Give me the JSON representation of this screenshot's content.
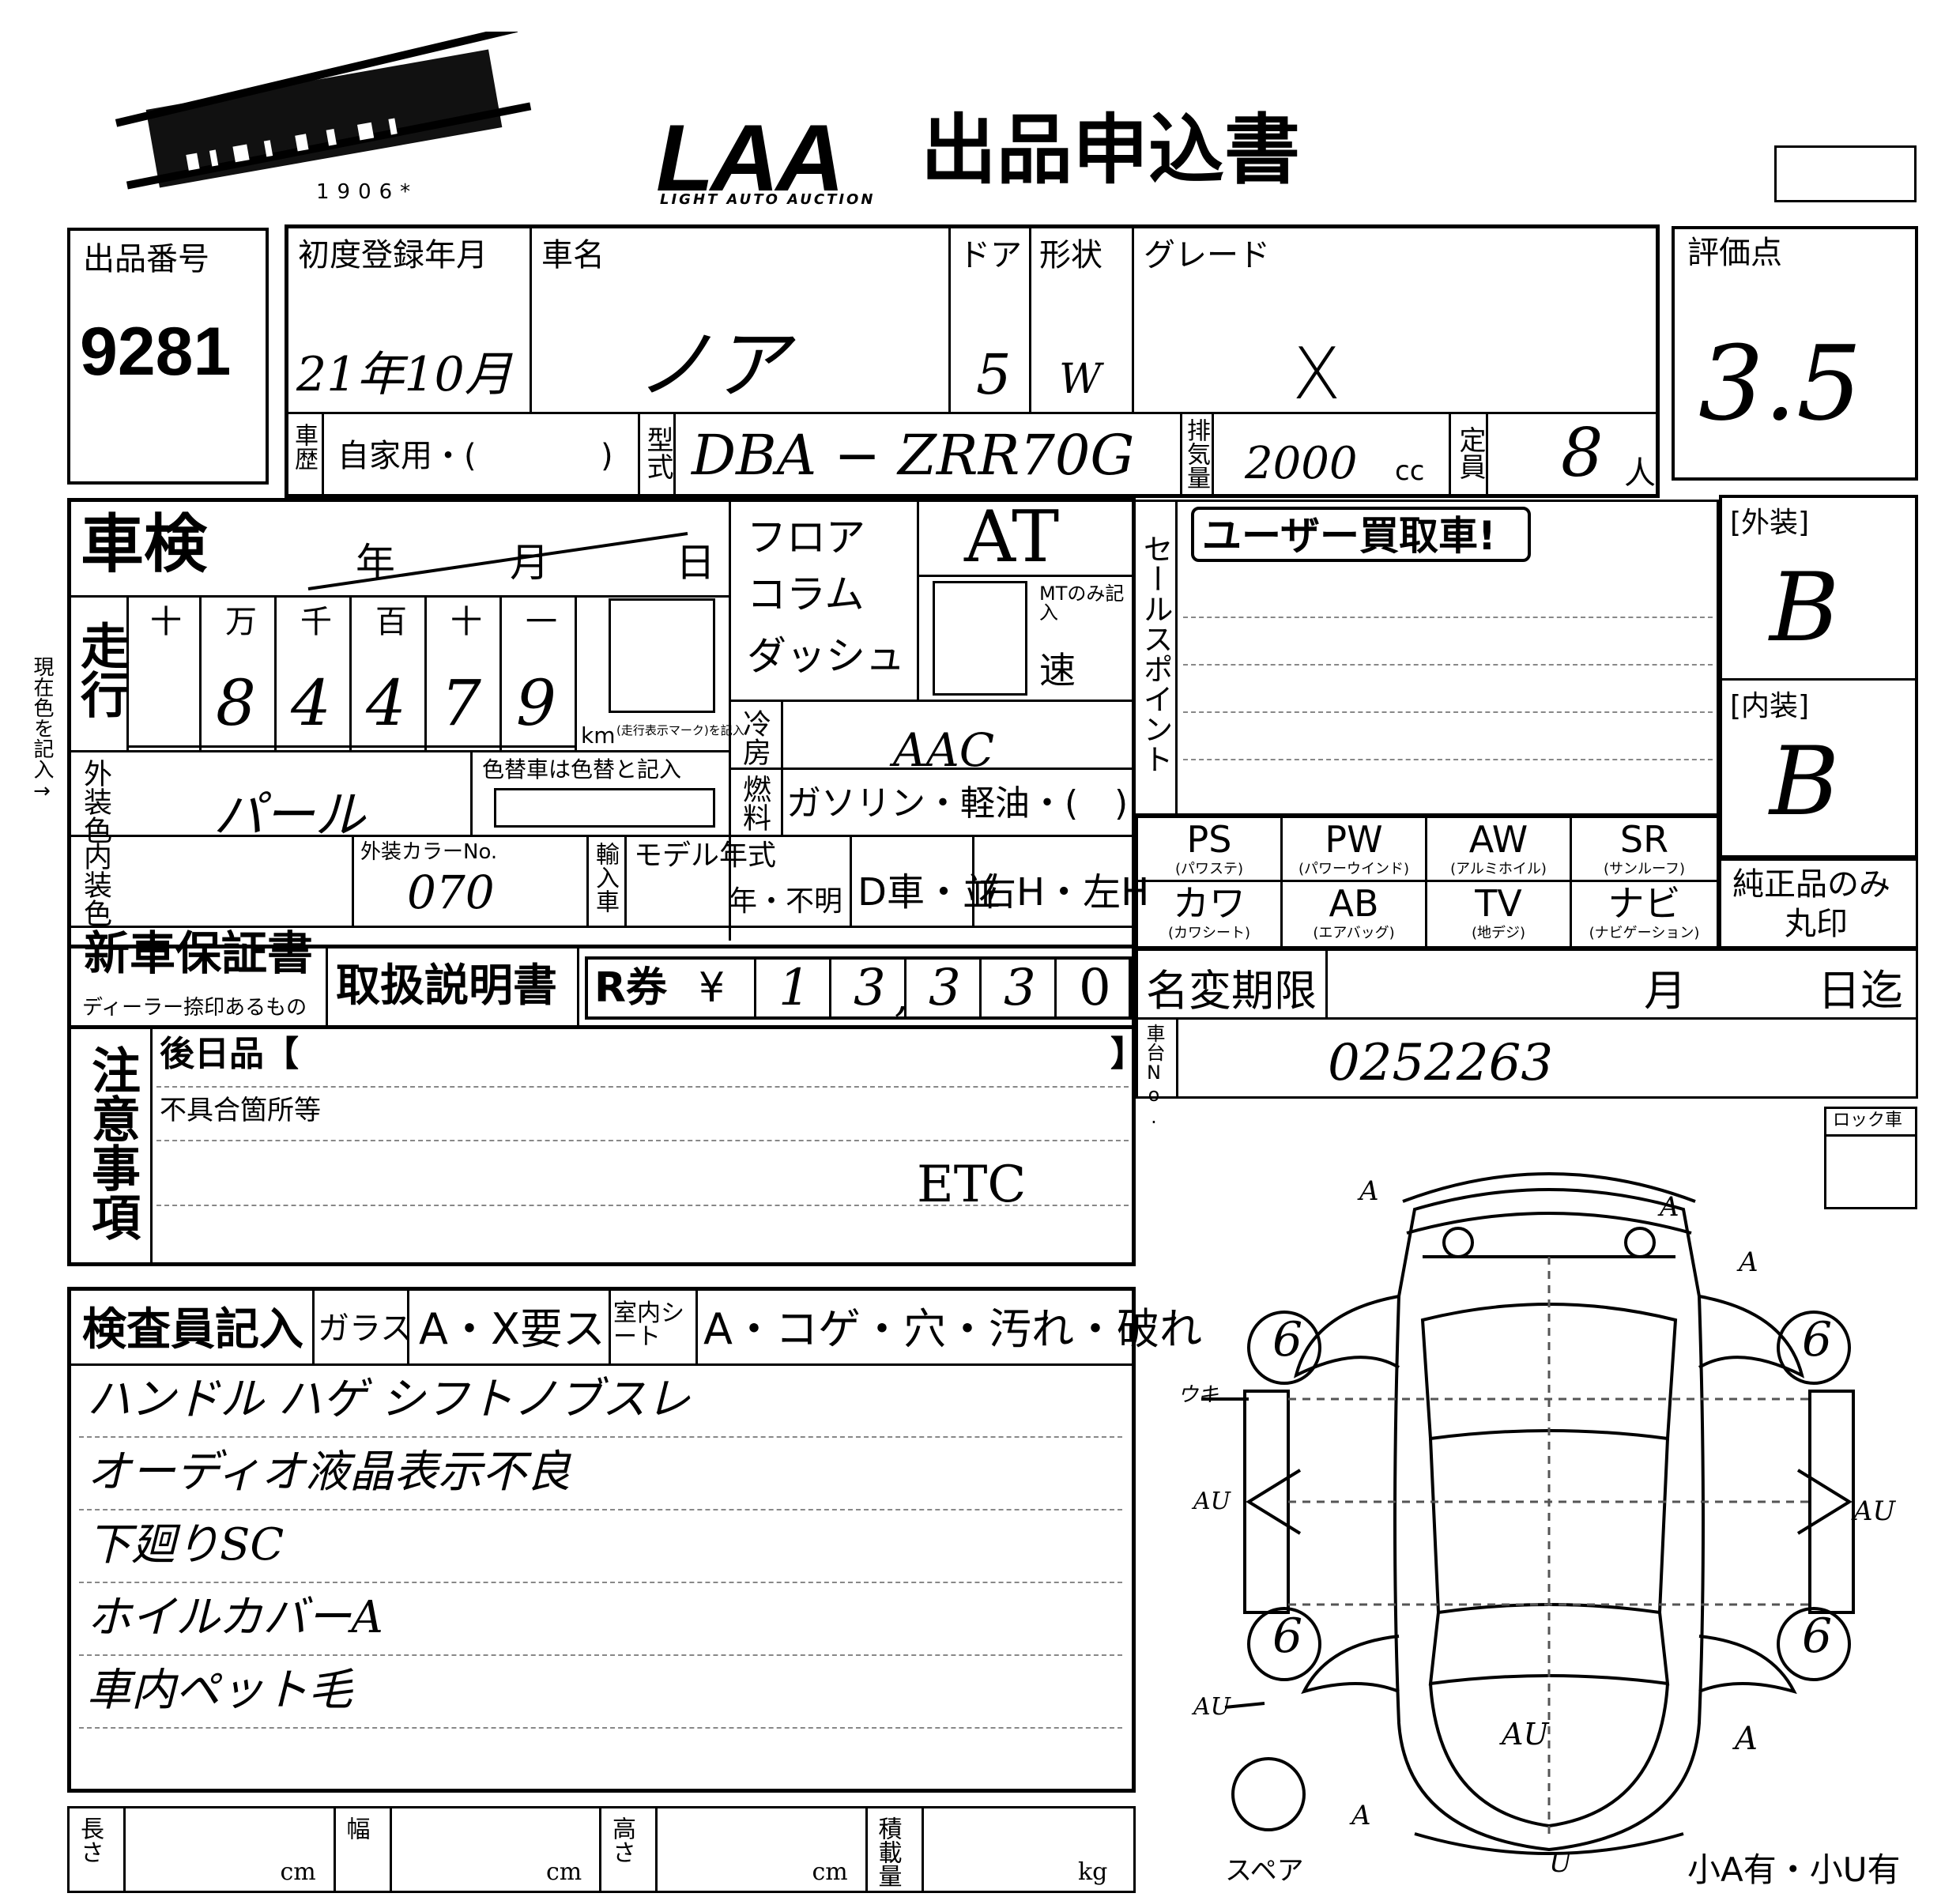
{
  "header": {
    "logo": "LAA",
    "logo_sub": "LIGHT AUTO AUCTION",
    "title": "出品申込書",
    "barcode_number": "1906*"
  },
  "summary": {
    "lot_label": "出品番号",
    "lot_number": "9281",
    "first_reg_label": "初度登録年月",
    "first_reg_value": "21年10月",
    "car_name_label": "車名",
    "car_name_value": "ノア",
    "door_label": "ドア",
    "door_value": "5",
    "shape_label": "形状",
    "shape_value": "W",
    "grade_label": "グレード",
    "grade_value": "X",
    "score_label": "評価点",
    "score_value": "3.5",
    "history_label": "車歴",
    "history_value": "自家用・(",
    "history_close": ")",
    "model_label": "型式",
    "model_value": "DBA − ZRR70G",
    "displacement_label": "排気量",
    "displacement_value": "2000",
    "displacement_unit": "cc",
    "capacity_label": "定員",
    "capacity_value": "8",
    "capacity_unit": "人"
  },
  "shaken": {
    "label": "車検",
    "year": "年",
    "month": "月",
    "day": "日"
  },
  "mileage": {
    "label": "走行",
    "digit_headers": [
      "十",
      "万",
      "千",
      "百",
      "十",
      "一"
    ],
    "digits": [
      "",
      "8",
      "4",
      "4",
      "7",
      "9"
    ],
    "unit": "km",
    "note": "(走行表示マーク)を記入"
  },
  "side_note": "現在色を記入→",
  "shift": {
    "floor": "フロア",
    "column": "コラム",
    "dash": "ダッシュ",
    "trans": "AT",
    "mt_note": "MTのみ記入",
    "speed": "速"
  },
  "ac": {
    "label": "冷房",
    "value": "AAC"
  },
  "fuel": {
    "label": "燃料",
    "value": "ガソリン・軽油・(",
    "close": ")"
  },
  "sales": {
    "label": "セールスポイント",
    "badge": "ユーザー買取車!"
  },
  "exterior_color": {
    "label": "外装色",
    "value": "パール",
    "repaint_note": "色替車は色替と記入"
  },
  "interior_color": {
    "label": "内装色",
    "color_no_label": "外装カラーNo.",
    "color_no_value": "070"
  },
  "import": {
    "label": "輸入車",
    "model_year_label": "モデル年式",
    "model_year_value": "年・不明",
    "dealer": "D車・並",
    "handle": "右H・左H"
  },
  "grades": {
    "exterior_label": "[外装]",
    "exterior_value": "B",
    "interior_label": "[内装]",
    "interior_value": "B"
  },
  "equipment": [
    {
      "abbr": "PS",
      "name": "(パワステ)"
    },
    {
      "abbr": "PW",
      "name": "(パワーウインド)"
    },
    {
      "abbr": "AW",
      "name": "(アルミホイル)"
    },
    {
      "abbr": "SR",
      "name": "(サンルーフ)"
    },
    {
      "abbr": "カワ",
      "name": "(カワシート)"
    },
    {
      "abbr": "AB",
      "name": "(エアバッグ)"
    },
    {
      "abbr": "TV",
      "name": "(地デジ)"
    },
    {
      "abbr": "ナビ",
      "name": "(ナビゲーション)"
    }
  ],
  "genuine": {
    "line1": "純正品のみ",
    "line2": "丸印"
  },
  "docs": {
    "warranty": "新車保証書",
    "warranty_note": "ディーラー捺印あるもの",
    "manual": "取扱説明書",
    "recycle_label": "R券",
    "yen": "¥",
    "recycle_digits": [
      "1",
      "3",
      "3",
      "3",
      "0"
    ],
    "recycle_comma": ","
  },
  "transfer": {
    "label": "名変期限",
    "month": "月",
    "day": "日迄"
  },
  "chassis": {
    "label": "車台No.",
    "value": "0252263"
  },
  "lock_label": "ロック車",
  "notes": {
    "label": "注意事項",
    "later_items": "後日品【",
    "later_close": "】",
    "defects_label": "不具合箇所等",
    "etc": "ETC"
  },
  "inspector": {
    "label": "検査員記入",
    "glass_label": "ガラス",
    "glass_value": "A・X要ス",
    "seat_label": "室内シート",
    "seat_value": "A・コゲ・穴・汚れ・破れ",
    "comments": [
      "ハンドル ハゲ  シフトノブスレ",
      "オーディオ液晶表示不良",
      "下廻りSC",
      "ホイルカバーA",
      "車内ペット毛"
    ]
  },
  "dims": [
    {
      "label": "長さ",
      "unit": "cm"
    },
    {
      "label": "幅",
      "unit": "cm"
    },
    {
      "label": "高さ",
      "unit": "cm"
    },
    {
      "label": "積載量",
      "unit": "kg"
    }
  ],
  "diagram": {
    "tire_values": [
      "6",
      "6",
      "6",
      "6"
    ],
    "marks": [
      "A",
      "A",
      "A",
      "ウキ",
      "AU",
      "AU",
      "AU",
      "A",
      "AU",
      "A",
      "U"
    ],
    "spare_label": "スペア",
    "small_scratch": "小A有・小U有"
  }
}
